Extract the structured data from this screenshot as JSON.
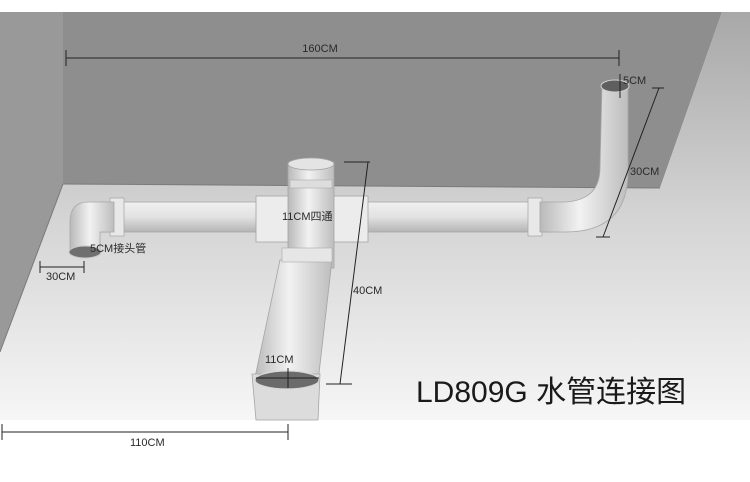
{
  "title": "LD809G 水管连接图",
  "dimensions": {
    "top_length": "160CM",
    "right_pipe_diameter": "5CM",
    "right_pipe_length": "30CM",
    "cross_fitting": "11CM四通",
    "left_connector": "5CM接头管",
    "left_offset": "30CM",
    "drop_length": "40CM",
    "bottom_diameter": "11CM",
    "bottom_length": "110CM"
  },
  "colors": {
    "wall": "#8f8f8f",
    "floor": "#c6c6c6",
    "pipe": "#dcdcdc",
    "background": "#ffffff"
  }
}
